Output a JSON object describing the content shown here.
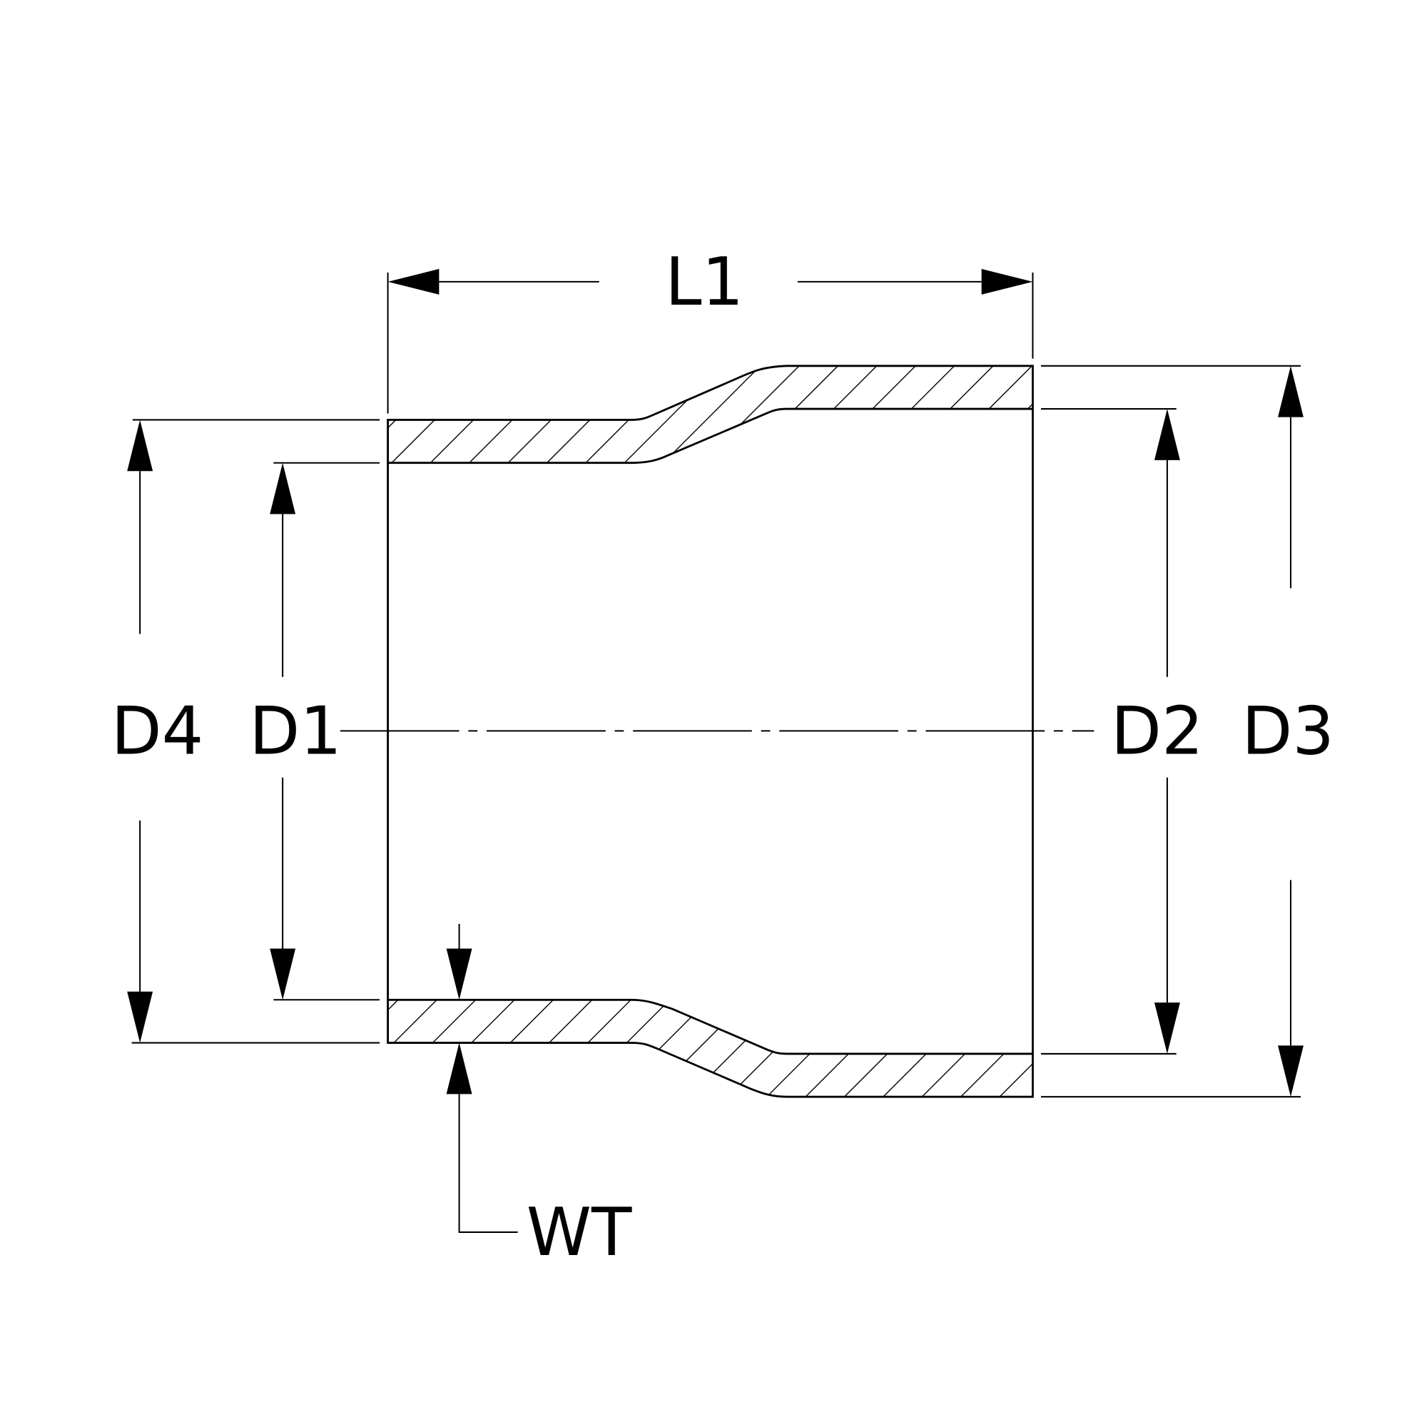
{
  "drawing": {
    "title": "Reducer hose cross-section dimensions",
    "labels": {
      "length": "L1",
      "inner_diameter_small": "D1",
      "inner_diameter_large": "D2",
      "outer_diameter_large": "D3",
      "outer_diameter_small": "D4",
      "wall_thickness": "WT"
    },
    "colors": {
      "line": "#000000",
      "background": "#ffffff"
    }
  }
}
